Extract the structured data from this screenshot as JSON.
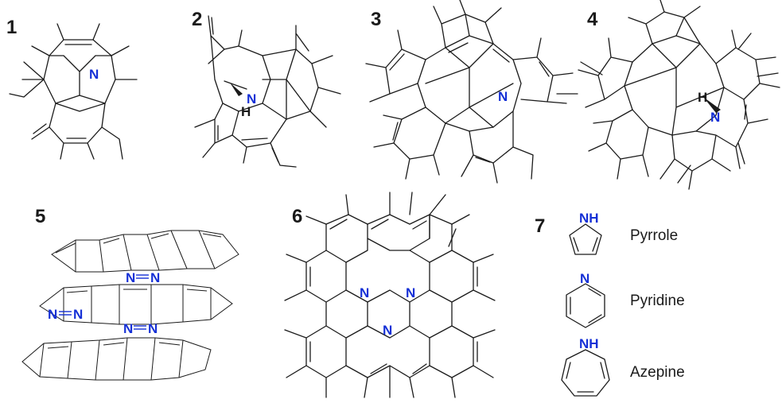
{
  "colors": {
    "nitrogen": "#1530d6",
    "bond": "#1a1a1a",
    "background": "#ffffff"
  },
  "panels": [
    {
      "number": "1"
    },
    {
      "number": "2"
    },
    {
      "number": "3"
    },
    {
      "number": "4"
    },
    {
      "number": "5"
    },
    {
      "number": "6"
    },
    {
      "number": "7"
    }
  ],
  "atoms": {
    "nitrogen": "N",
    "hydrogen": "H",
    "nh": "NH"
  },
  "legend": [
    {
      "name": "Pyrrole"
    },
    {
      "name": "Pyridine"
    },
    {
      "name": "Azepine"
    }
  ]
}
